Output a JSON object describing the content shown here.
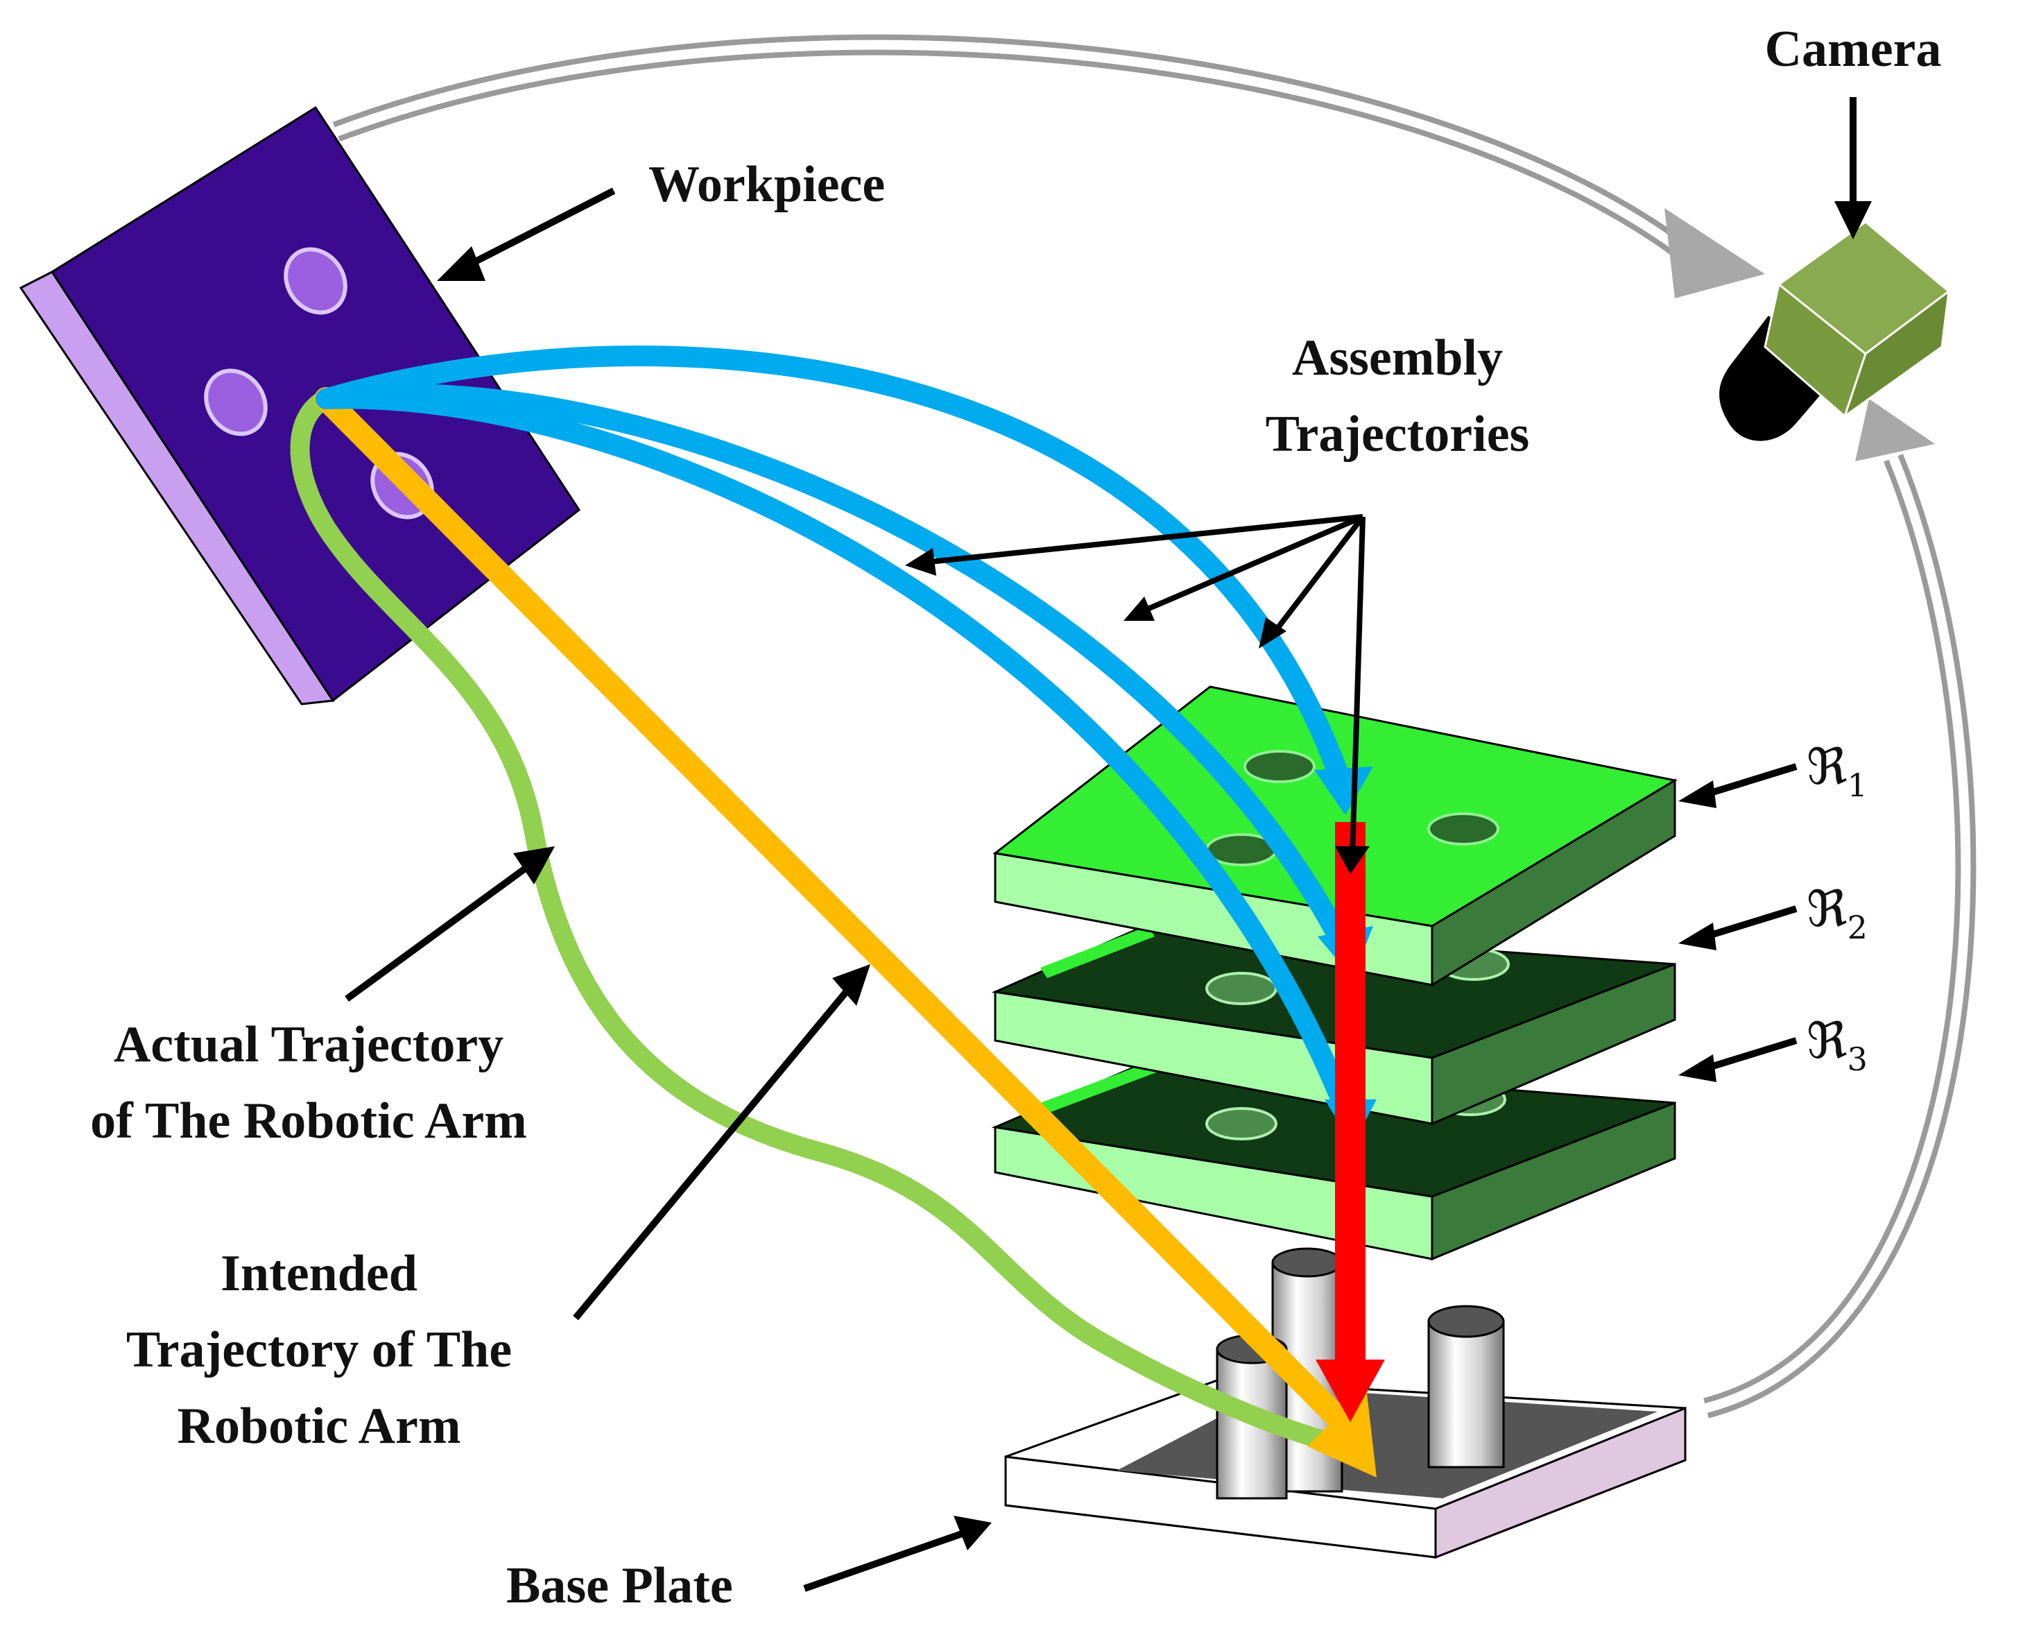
{
  "labels": {
    "camera": "Camera",
    "workpiece": "Workpiece",
    "assembly_1": "Assembly",
    "assembly_2": "Trajectories",
    "actual_1": "Actual Trajectory",
    "actual_2": "of The Robotic Arm",
    "intended_1": "Intended",
    "intended_2": "Trajectory of The",
    "intended_3": "Robotic Arm",
    "base_plate": "Base Plate",
    "r_symbol": "ℜ",
    "r1_sub": "1",
    "r2_sub": "2",
    "r3_sub": "3"
  },
  "colors": {
    "workpiece_top": "#3a0a8f",
    "workpiece_side": "#c9a0f0",
    "green_plate_top": "#33ee33",
    "green_plate_dark": "#0f3a14",
    "green_plate_front": "#a8ffa8",
    "green_plate_side": "#3a7a3a",
    "camera_body": "#7a9a3e",
    "camera_lens": "#000000",
    "assembly_trajectory": "#00aaee",
    "intended_trajectory": "#ffbb00",
    "actual_trajectory": "#92d050",
    "vertical_trajectory": "#ff0000",
    "feedback_arrow": "#aaaaaa",
    "base_plate_top": "#ffffff",
    "base_plate_inset": "#555555",
    "base_plate_side": "#e0c8e0"
  }
}
